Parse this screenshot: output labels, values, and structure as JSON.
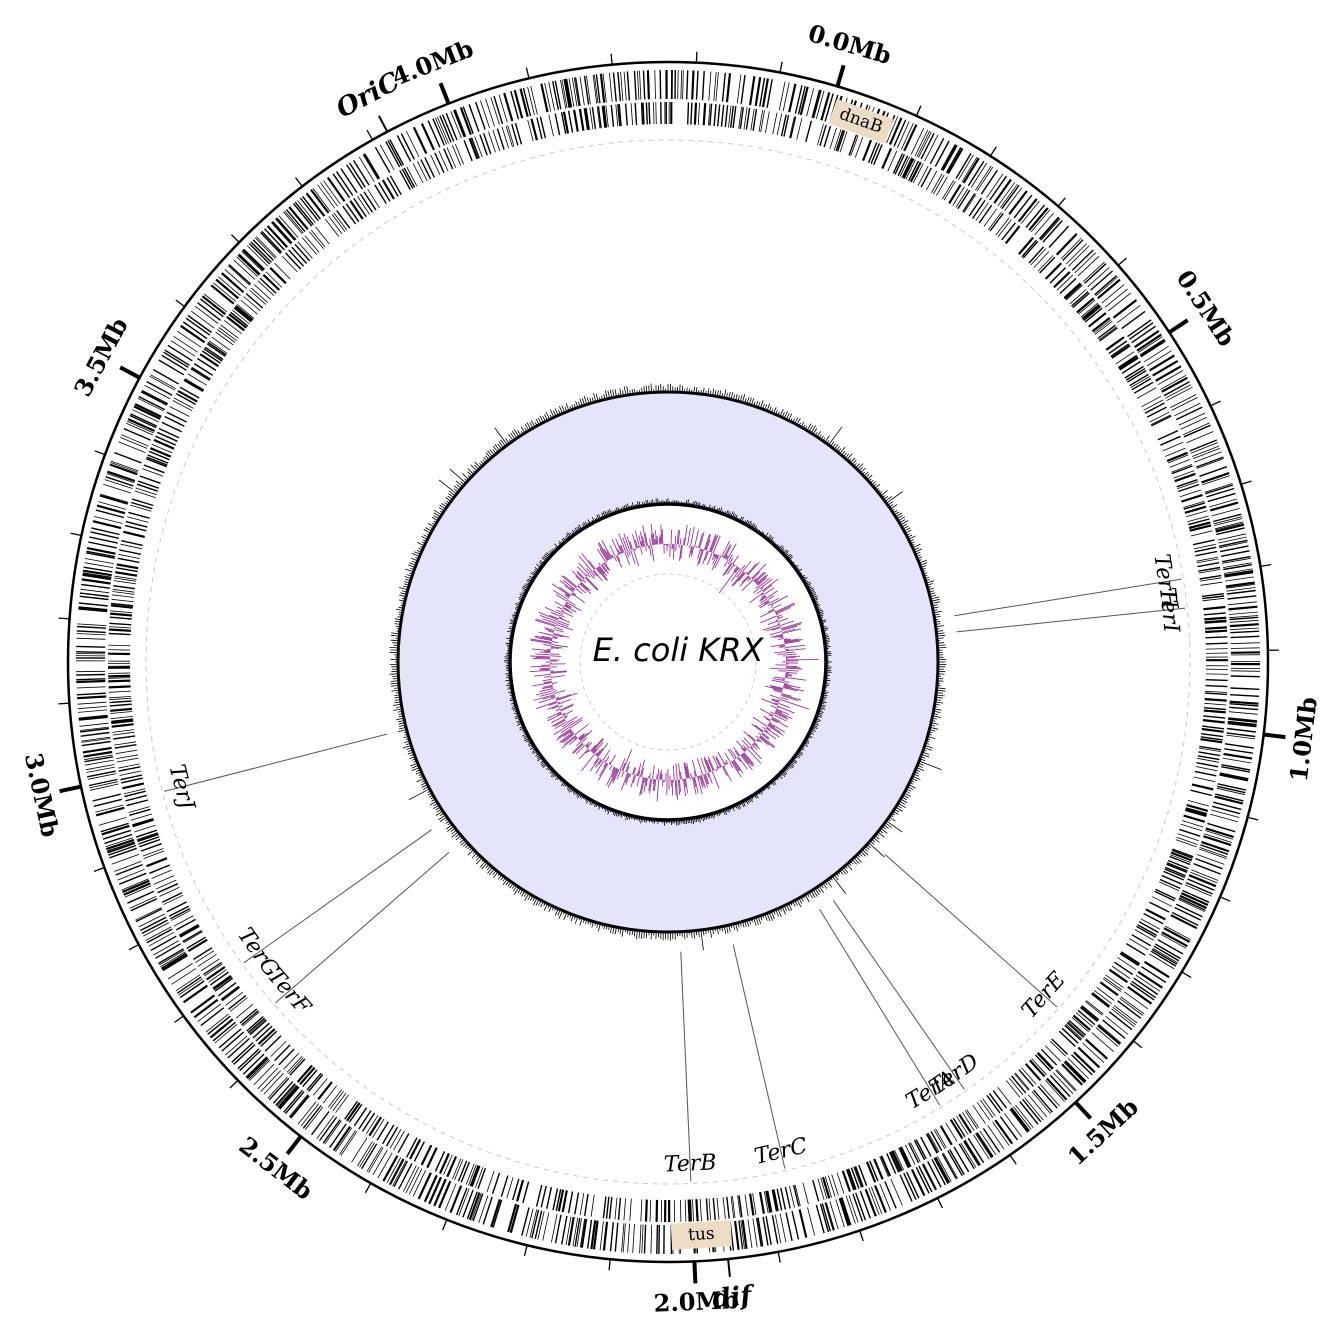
{
  "organism": "E. coli KRX",
  "genome_mb": 4.47,
  "scale_labels": [
    "0.0Mb",
    "0.5Mb",
    "1.0Mb",
    "1.5Mb",
    "2.0Mb",
    "2.5Mb",
    "3.0Mb",
    "3.5Mb",
    "4.0Mb"
  ],
  "sites": [
    {
      "label": "OriC",
      "mb": 3.92
    },
    {
      "label": "dif",
      "mb": 1.96
    }
  ],
  "genes": [
    {
      "label": "dnaB",
      "mb": 0.04
    },
    {
      "label": "tus",
      "mb": 1.99
    }
  ],
  "ter_sites": [
    {
      "label": "TerH",
      "mb": 0.8
    },
    {
      "label": "TerI",
      "mb": 0.84
    },
    {
      "label": "TerE",
      "mb": 1.43
    },
    {
      "label": "TerD",
      "mb": 1.6
    },
    {
      "label": "TerA",
      "mb": 1.64
    },
    {
      "label": "TerC",
      "mb": 1.87
    },
    {
      "label": "TerB",
      "mb": 2.0
    },
    {
      "label": "TerG",
      "mb": 2.71
    },
    {
      "label": "TerF",
      "mb": 2.64
    },
    {
      "label": "TerJ",
      "mb": 2.97
    }
  ],
  "colors": {
    "gc_skew_ring": "#e4e4fb",
    "gc_content": "#993399",
    "gene_marks": "#000000",
    "highlight_box": "#ecdcc4"
  }
}
